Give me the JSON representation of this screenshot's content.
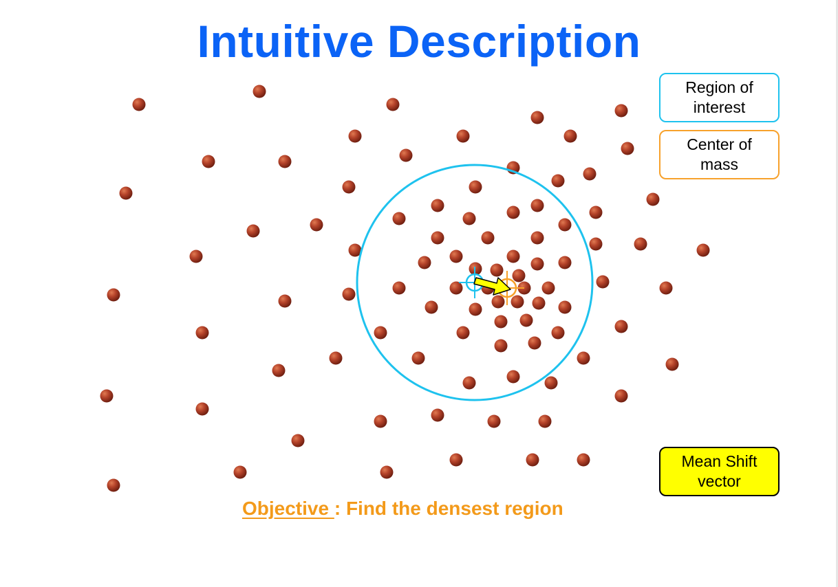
{
  "title": "Intuitive Description",
  "legend": {
    "region": "Region of interest",
    "center": "Center of mass",
    "shift": "Mean Shift vector"
  },
  "objective": {
    "label": "Objective ",
    "text": ": Find the densest region"
  },
  "colors": {
    "title": "#0b63f6",
    "point": "#a63a22",
    "region": "#1ec2ee",
    "center": "#f7a12b",
    "arrow": "#ffff00",
    "objective": "#f39a1a"
  }
}
